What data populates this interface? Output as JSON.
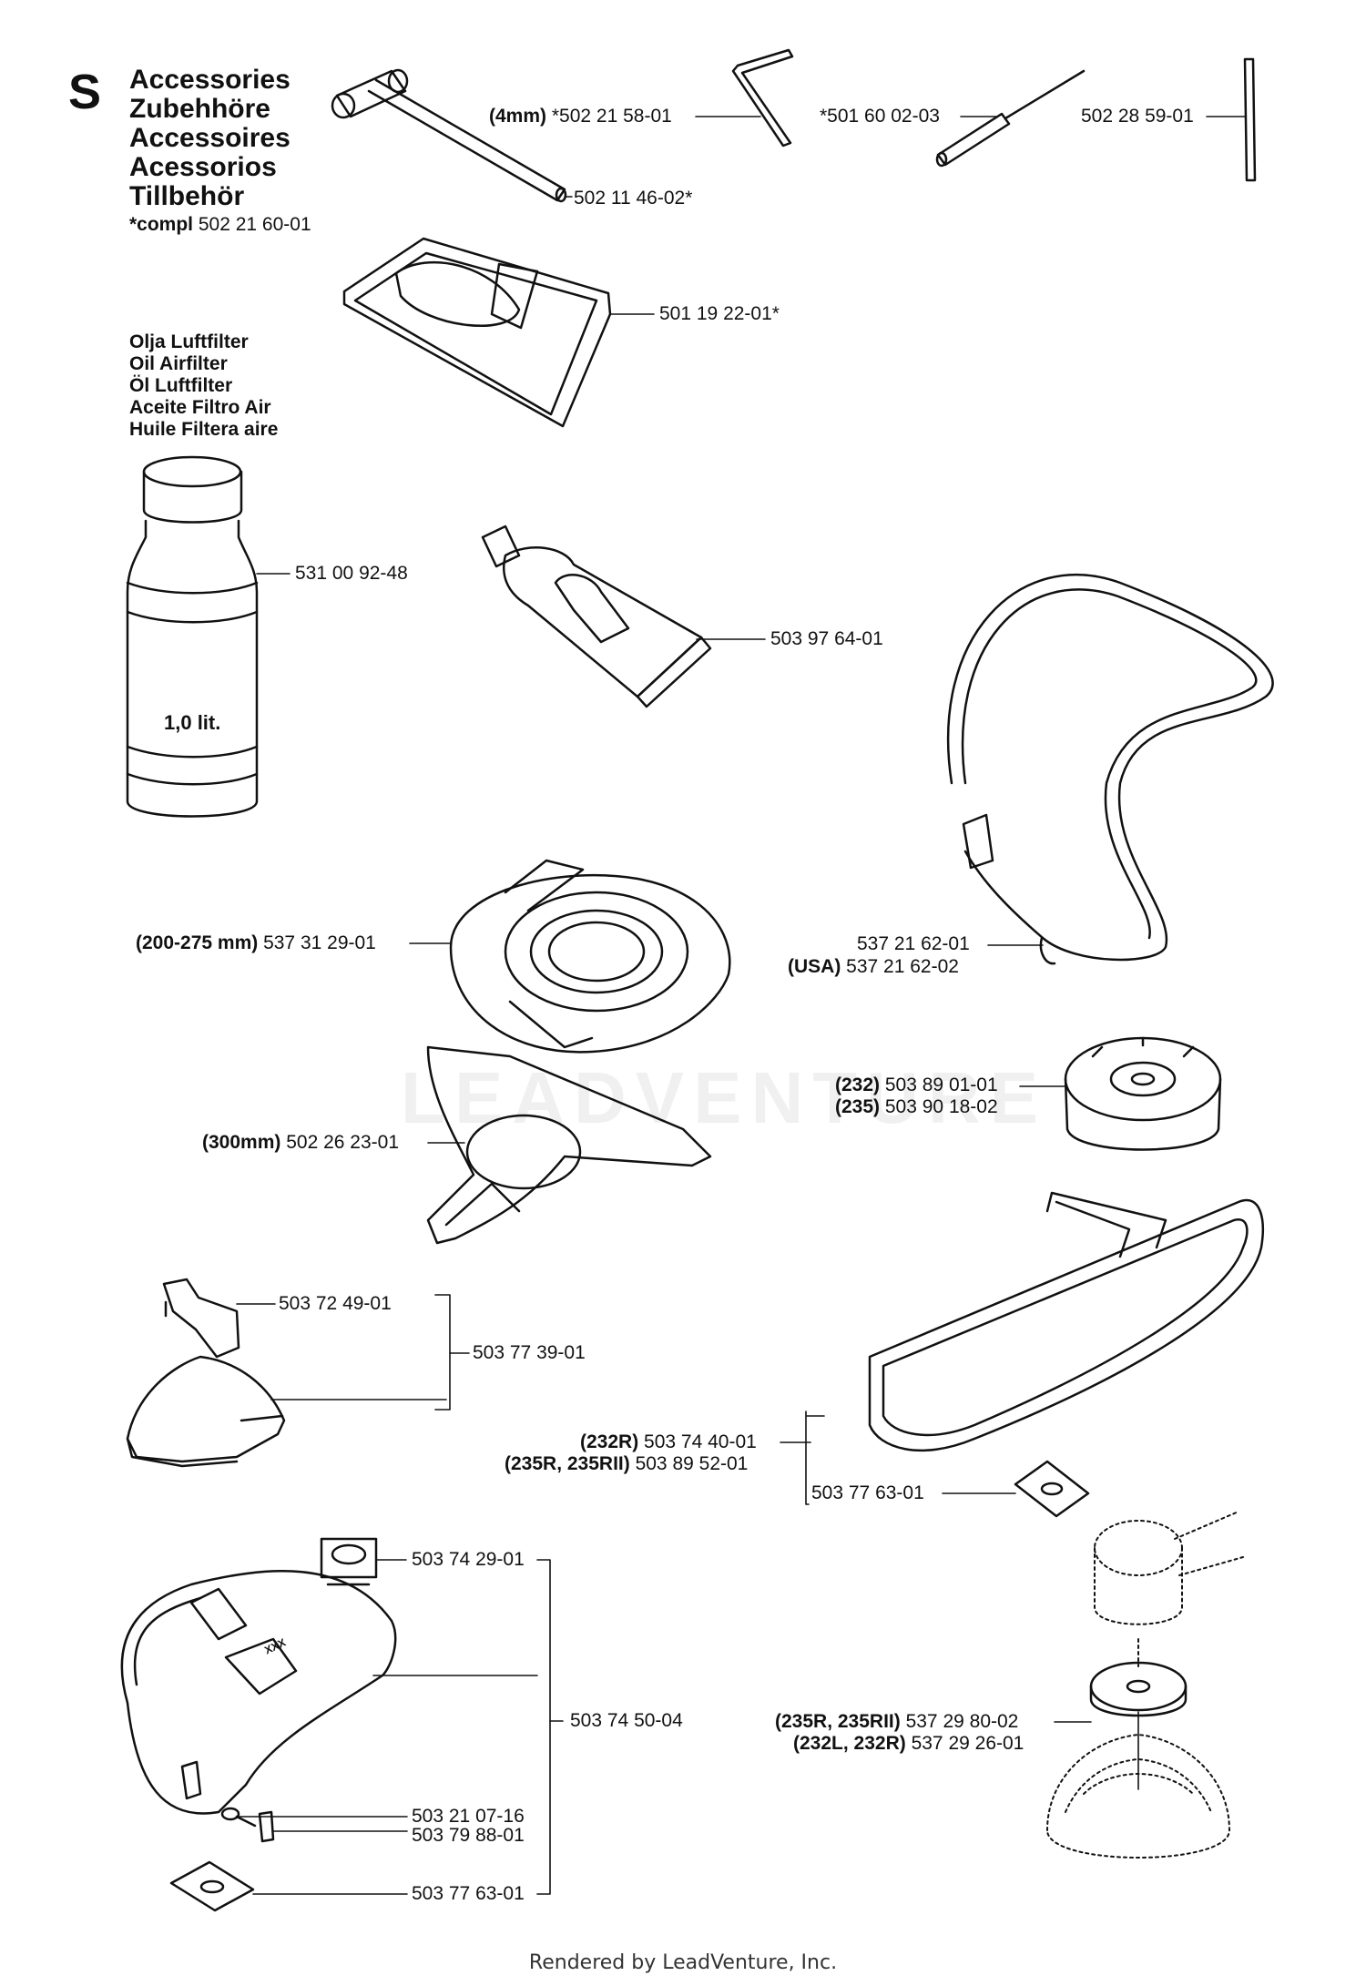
{
  "header": {
    "section_letter": "S",
    "titles": [
      "Accessories",
      "Zubehhöre",
      "Accessoires",
      "Acessorios",
      "Tillbehör"
    ],
    "compl_prefix": "*compl",
    "compl_number": "502 21 60-01"
  },
  "oil_titles": [
    "Olja Luftfilter",
    "Oil Airfilter",
    "Öl Luftfilter",
    "Aceite Filtro Air",
    "Huile Filtera aire"
  ],
  "bottle_text": "1,0 lit.",
  "parts": {
    "hex_key_prefix": "(4mm)",
    "hex_key": "*502 21 58-01",
    "screwdriver": "*501 60 02-03",
    "rod": "502 28 59-01",
    "socket_wrench": "502 11 46-02*",
    "tool_bag": "501 19 22-01*",
    "oil_bottle": "531 00 92-48",
    "grease_tube": "503 97 64-01",
    "harness": "537 21 62-01",
    "harness_usa_prefix": "(USA)",
    "harness_usa": "537 21 62-02",
    "guard_200_prefix": "(200-275 mm)",
    "guard_200": "537 31 29-01",
    "cup_232_prefix": "(232)",
    "cup_232": "503 89 01-01",
    "cup_235_prefix": "(235)",
    "cup_235": "503 90 18-02",
    "guard_300_prefix": "(300mm)",
    "guard_300": "502 26 23-01",
    "bracket": "503 72 49-01",
    "small_guard_kit": "503 77 39-01",
    "guard_232r_prefix": "(232R)",
    "guard_232r": "503 74 40-01",
    "guard_235r_prefix": "(235R, 235RII)",
    "guard_235r": "503 89 52-01",
    "plate_right": "503 77 63-01",
    "decal": "503 74 29-01",
    "large_guard_kit": "503 74 50-04",
    "disc_235_prefix": "(235R, 235RII)",
    "disc_235": "537 29 80-02",
    "disc_232_prefix": "(232L, 232R)",
    "disc_232": "537 29 26-01",
    "screw": "503 21 07-16",
    "clip": "503 79 88-01",
    "plate_left": "503 77 63-01"
  },
  "decal_marks": "XXX",
  "watermark": "LEADVENTURE",
  "footer": "Rendered by LeadVenture, Inc."
}
